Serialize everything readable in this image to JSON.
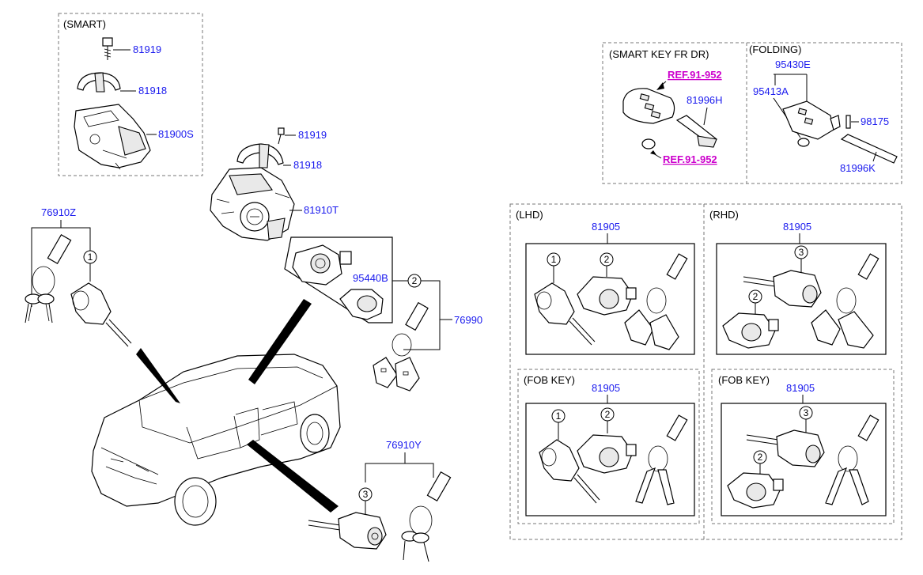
{
  "colors": {
    "part_number": "#1a1aee",
    "reference": "#cc00cc",
    "heading": "#000000"
  },
  "groups": {
    "smart": "(SMART)",
    "smart_key_fr_dr": "(SMART KEY FR DR)",
    "folding": "(FOLDING)",
    "lhd": "(LHD)",
    "rhd": "(RHD)",
    "fob_key_lhd": "(FOB KEY)",
    "fob_key_rhd": "(FOB KEY)"
  },
  "parts": {
    "p81919_a": "81919",
    "p81918_a": "81918",
    "p81900S": "81900S",
    "p81919_b": "81919",
    "p81918_b": "81918",
    "p81910T": "81910T",
    "p76910Z": "76910Z",
    "p95440B": "95440B",
    "p76990": "76990",
    "p76910Y": "76910Y",
    "ref_1": "REF.91-952",
    "p81996H": "81996H",
    "ref_2": "REF.91-952",
    "p95430E": "95430E",
    "p95413A": "95413A",
    "p98175": "98175",
    "p81996K": "81996K",
    "p81905_lhd": "81905",
    "p81905_rhd": "81905",
    "p81905_fob_lhd": "81905",
    "p81905_fob_rhd": "81905"
  },
  "callouts": {
    "c1_76910Z": "1",
    "c2_76990": "2",
    "c3_76910Y": "3",
    "lhd_1": "1",
    "lhd_2": "2",
    "rhd_3": "3",
    "rhd_2": "2",
    "fob_lhd_1": "1",
    "fob_lhd_2": "2",
    "fob_rhd_3": "3",
    "fob_rhd_2": "2"
  },
  "icons": [
    "car-icon",
    "ignition-switch-icon",
    "lock-cylinder-icon",
    "key-fob-icon",
    "blank-key-icon",
    "bolt-icon",
    "clamp-icon",
    "battery-icon"
  ]
}
